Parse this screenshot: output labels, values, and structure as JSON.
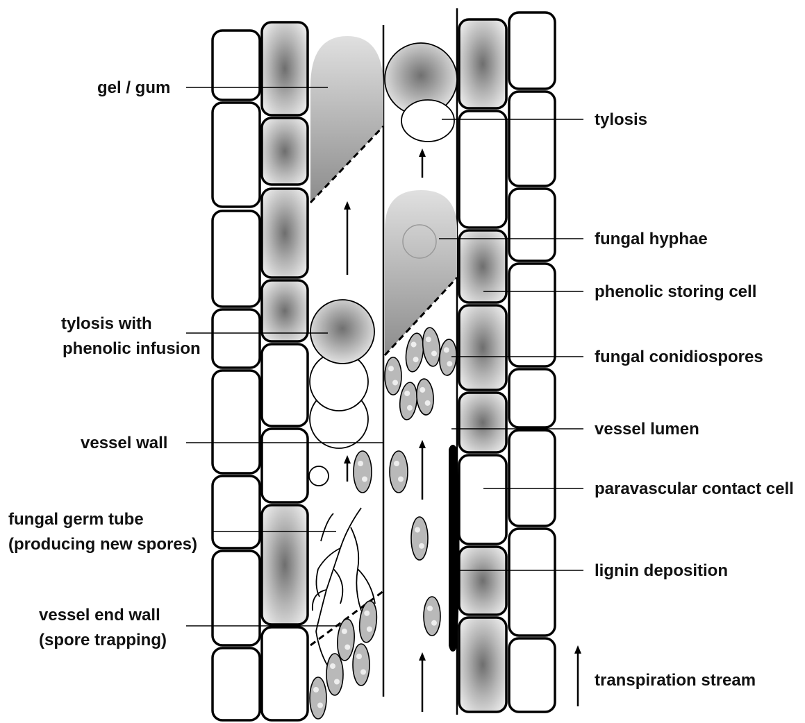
{
  "labels": {
    "gel_gum": "gel / gum",
    "tylosis": "tylosis",
    "fungal_hyphae": "fungal hyphae",
    "phenolic_storing_cell": "phenolic storing cell",
    "tylosis_with_line1": "tylosis with",
    "tylosis_with_line2": "phenolic infusion",
    "fungal_conidiospores": "fungal conidiospores",
    "vessel_lumen": "vessel lumen",
    "vessel_wall": "vessel wall",
    "paravascular_contact_cell": "paravascular contact cell",
    "germ_tube_line1": "fungal germ tube",
    "germ_tube_line2": "(producing new spores)",
    "lignin_deposition": "lignin deposition",
    "end_wall_line1": "vessel end wall",
    "end_wall_line2": "(spore trapping)",
    "transpiration_stream": "transpiration stream"
  },
  "colors": {
    "outline": "#000000",
    "phenolic_dark": "#6e6e6e",
    "phenolic_light": "#dcdcdc",
    "gel_dark": "#8a8a8a",
    "gel_light": "#d8d8d8",
    "spore_fill": "#b9b9b9"
  }
}
